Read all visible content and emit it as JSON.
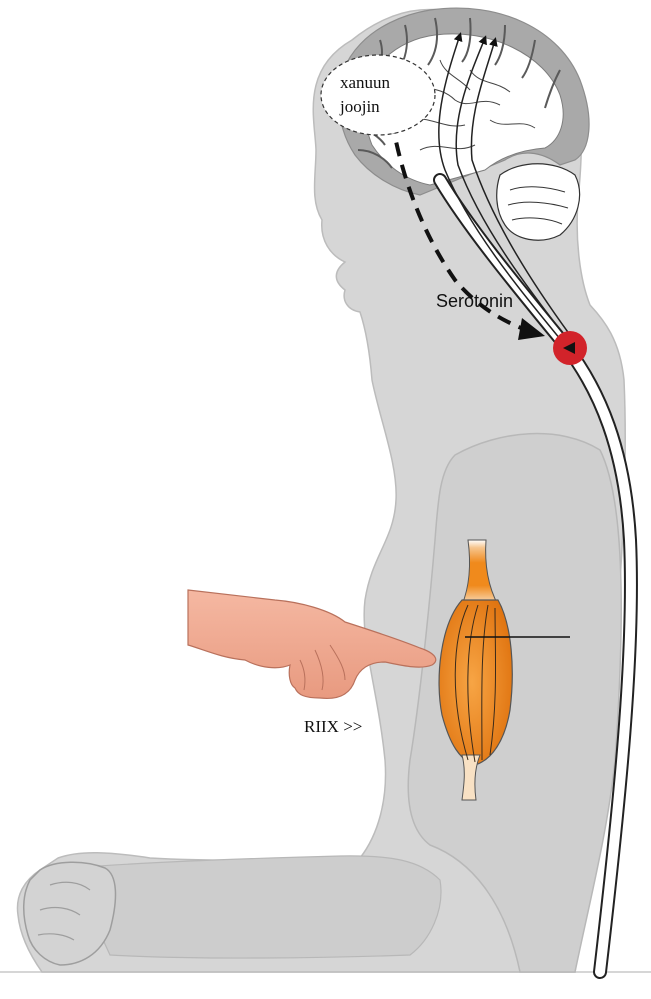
{
  "labels": {
    "bubble_line1": "xanuun",
    "bubble_line2": "joojin",
    "neurotransmitter": "Serotonin",
    "next_button": "RIIX >>"
  },
  "colors": {
    "body": "#d6d6d6",
    "body_outline": "#bcbcbc",
    "arm": "#d0d0d0",
    "brain_cortex": "#a9a9a9",
    "spinal_dot": "#d2232a",
    "muscle_orange": "#f08a1c",
    "hand": "#f2a98f"
  },
  "icons": {
    "spinal_marker": "red-circle-arrow-icon",
    "pointing_hand": "pointing-hand-icon"
  }
}
